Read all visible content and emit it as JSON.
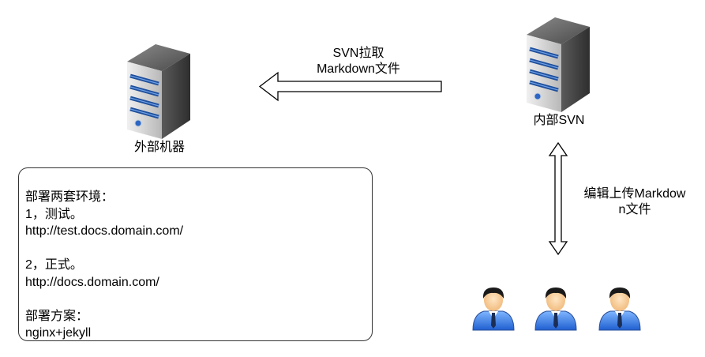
{
  "nodes": {
    "external_machine": {
      "label": "外部机器"
    },
    "internal_svn": {
      "label": "内部SVN"
    }
  },
  "edges": {
    "pull": {
      "line1": "SVN拉取",
      "line2": "Markdown文件"
    },
    "edit": {
      "line1": "编辑上传Markdow",
      "line2": "n文件"
    }
  },
  "note": {
    "lines": [
      "部署两套环境：",
      "1，测试。",
      "http://test.docs.domain.com/",
      "",
      "2，正式。",
      "http://docs.domain.com/",
      "",
      "部署方案：",
      "nginx+jekyll"
    ]
  },
  "users": [
    "user-1",
    "user-2",
    "user-3"
  ]
}
